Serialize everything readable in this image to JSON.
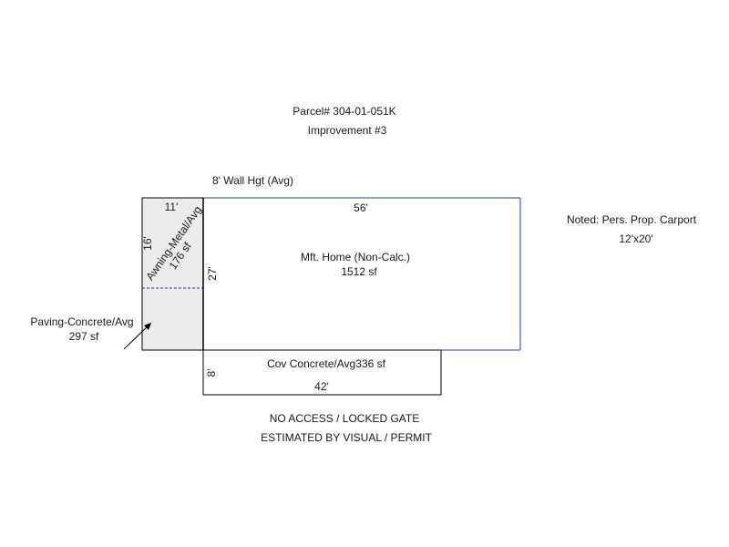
{
  "header": {
    "parcel": "Parcel# 304-01-051K",
    "improvement": "Improvement #3",
    "wall_height": "8' Wall Hgt (Avg)"
  },
  "home": {
    "name": "Mft. Home (Non-Calc.)",
    "area": "1512 sf",
    "width_label": "56'",
    "depth_label": "27'"
  },
  "awning": {
    "name": "Awning-Metal/Avg",
    "area": "176 sf",
    "width_label": "11'",
    "depth_label": "16'"
  },
  "paving": {
    "name": "Paving-Concrete/Avg",
    "area": "297 sf"
  },
  "cov_concrete": {
    "label": "Cov Concrete/Avg336 sf",
    "width_label": "42'",
    "depth_label": "8'"
  },
  "note": {
    "line1": "Noted: Pers. Prop. Carport",
    "line2": "12'x20'"
  },
  "footer": {
    "line1": "NO ACCESS / LOCKED GATE",
    "line2": "ESTIMATED BY VISUAL / PERMIT"
  },
  "colors": {
    "outline": "#000000",
    "blue_edge": "#1f3f8f",
    "shaded_fill": "#ececec",
    "dashed": "#1f3f8f"
  }
}
